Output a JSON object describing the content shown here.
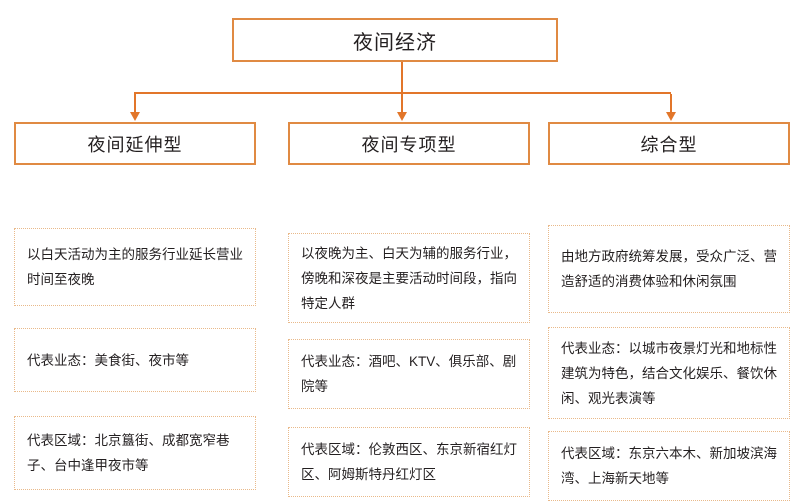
{
  "diagram": {
    "title": "夜间经济",
    "accent_color": "#e2762a",
    "border_color": "#e08a43",
    "cell_border_color": "#e9b98a",
    "background": "#ffffff",
    "columns": [
      {
        "header": "夜间延伸型",
        "cells": [
          "以白天活动为主的服务行业延长营业时间至夜晚",
          "代表业态：美食街、夜市等",
          "代表区域：北京簋街、成都宽窄巷子、台中逢甲夜市等"
        ]
      },
      {
        "header": "夜间专项型",
        "cells": [
          "以夜晚为主、白天为辅的服务行业，傍晚和深夜是主要活动时间段，指向特定人群",
          "代表业态：酒吧、KTV、俱乐部、剧院等",
          "代表区域：伦敦西区、东京新宿红灯区、阿姆斯特丹红灯区"
        ]
      },
      {
        "header": "综合型",
        "cells": [
          "由地方政府统筹发展，受众广泛、营造舒适的消费体验和休闲氛围",
          "代表业态：以城市夜景灯光和地标性建筑为特色，结合文化娱乐、餐饮休闲、观光表演等",
          "代表区域：东京六本木、新加坡滨海湾、上海新天地等"
        ]
      }
    ]
  }
}
